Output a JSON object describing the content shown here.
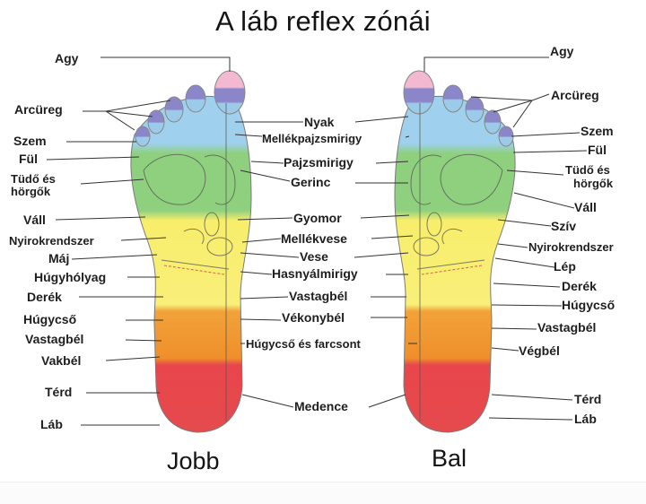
{
  "title": "A láb reflex zónái",
  "feet": {
    "right_name": "Jobb",
    "left_name": "Bal"
  },
  "labels_left": {
    "agy": "Agy",
    "arcureg": "Arcüreg",
    "szem": "Szem",
    "ful": "Fül",
    "tudo_line1": "Tüdő és",
    "tudo_line2": "hörgők",
    "vall": "Váll",
    "nyirok": "Nyirokrendszer",
    "maj": "Máj",
    "hugyholyag": "Húgyhólyag",
    "derek": "Derék",
    "hugycso": "Húgycső",
    "vastagbel": "Vastagbél",
    "vakbel": "Vakbél",
    "terd": "Térd",
    "lab": "Láb"
  },
  "labels_center": {
    "nyak": "Nyak",
    "mellekpajzs": "Mellékpajzsmirigy",
    "pajzs": "Pajzsmirigy",
    "gerinc": "Gerinc",
    "gyomor": "Gyomor",
    "mellekvese": "Mellékvese",
    "vese": "Vese",
    "hasnyal": "Hasnyálmirigy",
    "vastagbel": "Vastagbél",
    "vekonybel": "Vékonybél",
    "hugycso_farcsont": "Húgycső és farcsont",
    "medence": "Medence"
  },
  "labels_right": {
    "agy": "Agy",
    "arcureg": "Arcüreg",
    "szem": "Szem",
    "ful": "Fül",
    "tudo_line1": "Tüdő és",
    "tudo_line2": "hörgők",
    "vall": "Váll",
    "sziv": "Szív",
    "nyirok": "Nyirokrendszer",
    "lep": "Lép",
    "derek": "Derék",
    "hugycso": "Húgycső",
    "vastagbel": "Vastagbél",
    "vegbel": "Végbél",
    "terd": "Térd",
    "lab": "Láb"
  },
  "zone_colors": {
    "toes_pink": "#f3b9d0",
    "toes_purple": "#8b86c9",
    "toes_blue": "#9bcbe8",
    "green": "#8fd07e",
    "yellow": "#f8ee6b",
    "light_yellow": "#fbf4a0",
    "orange": "#f0922e",
    "red": "#e8464c"
  }
}
